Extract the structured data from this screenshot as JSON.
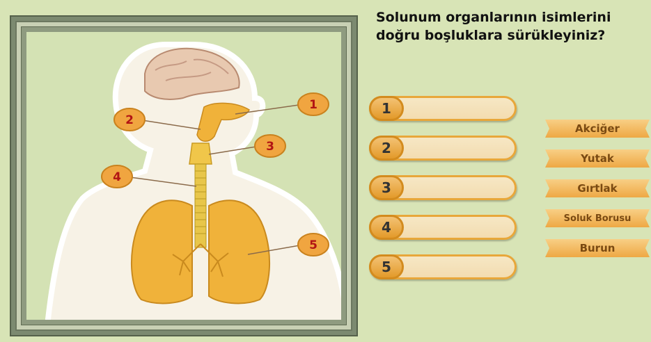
{
  "question": "Solunum organlarının isimlerini doğru boşluklara sürükleyiniz?",
  "callouts": [
    "1",
    "2",
    "3",
    "4",
    "5"
  ],
  "slots": [
    {
      "number": "1",
      "value": ""
    },
    {
      "number": "2",
      "value": ""
    },
    {
      "number": "3",
      "value": ""
    },
    {
      "number": "4",
      "value": ""
    },
    {
      "number": "5",
      "value": ""
    }
  ],
  "labels": [
    "Akciğer",
    "Yutak",
    "Gırtlak",
    "Soluk Borusu",
    "Burun"
  ],
  "colors": {
    "background": "#d8e4b6",
    "slot_border": "#e8a73a",
    "label_fill": "#eea844",
    "callout_text": "#b21414"
  }
}
